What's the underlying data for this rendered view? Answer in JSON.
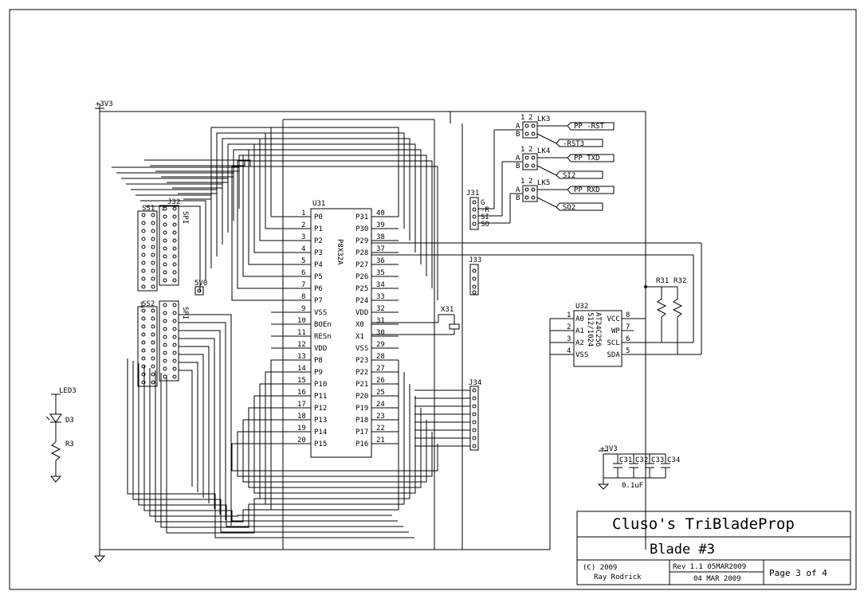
{
  "title_block": {
    "title": "Cluso's TriBladeProp",
    "subtitle": "Blade #3",
    "copyright": "(C) 2009",
    "author": "Ray Rodrick",
    "revision": "Rev 1.1  05MAR2009",
    "date": "04 MAR 2009",
    "page": "Page 3 of 4"
  },
  "power": {
    "rail_top": "+3V3",
    "rail_caps": "+3V3",
    "five_volt": "5V0"
  },
  "u31": {
    "ref": "U31",
    "part": "P8X32A",
    "left_pins": [
      {
        "num": "1",
        "name": "P0"
      },
      {
        "num": "2",
        "name": "P1"
      },
      {
        "num": "3",
        "name": "P2"
      },
      {
        "num": "4",
        "name": "P3"
      },
      {
        "num": "5",
        "name": "P4"
      },
      {
        "num": "6",
        "name": "P5"
      },
      {
        "num": "7",
        "name": "P6"
      },
      {
        "num": "8",
        "name": "P7"
      },
      {
        "num": "9",
        "name": "VSS"
      },
      {
        "num": "10",
        "name": "BOEn"
      },
      {
        "num": "11",
        "name": "RESn"
      },
      {
        "num": "12",
        "name": "VDD"
      },
      {
        "num": "13",
        "name": "P8"
      },
      {
        "num": "14",
        "name": "P9"
      },
      {
        "num": "15",
        "name": "P10"
      },
      {
        "num": "16",
        "name": "P11"
      },
      {
        "num": "17",
        "name": "P12"
      },
      {
        "num": "18",
        "name": "P13"
      },
      {
        "num": "19",
        "name": "P14"
      },
      {
        "num": "20",
        "name": "P15"
      }
    ],
    "right_pins": [
      {
        "num": "40",
        "name": "P31"
      },
      {
        "num": "39",
        "name": "P30"
      },
      {
        "num": "38",
        "name": "P29"
      },
      {
        "num": "37",
        "name": "P28"
      },
      {
        "num": "36",
        "name": "P27"
      },
      {
        "num": "35",
        "name": "P26"
      },
      {
        "num": "34",
        "name": "P25"
      },
      {
        "num": "33",
        "name": "P24"
      },
      {
        "num": "32",
        "name": "VDD"
      },
      {
        "num": "31",
        "name": "X0"
      },
      {
        "num": "30",
        "name": "X1"
      },
      {
        "num": "29",
        "name": "VSS"
      },
      {
        "num": "28",
        "name": "P23"
      },
      {
        "num": "27",
        "name": "P22"
      },
      {
        "num": "26",
        "name": "P21"
      },
      {
        "num": "25",
        "name": "P20"
      },
      {
        "num": "24",
        "name": "P19"
      },
      {
        "num": "23",
        "name": "P18"
      },
      {
        "num": "22",
        "name": "P17"
      },
      {
        "num": "21",
        "name": "P16"
      }
    ]
  },
  "u32": {
    "ref": "U32",
    "part": "AT24C256\n512/1024",
    "part_line1": "AT24C256",
    "part_line2": "512/1024",
    "left_pins": [
      {
        "num": "1",
        "name": "A0"
      },
      {
        "num": "2",
        "name": "A1"
      },
      {
        "num": "3",
        "name": "A2"
      },
      {
        "num": "4",
        "name": "VSS"
      }
    ],
    "right_pins": [
      {
        "num": "8",
        "name": "VCC"
      },
      {
        "num": "7",
        "name": "WP"
      },
      {
        "num": "6",
        "name": "SCL"
      },
      {
        "num": "5",
        "name": "SDA"
      }
    ]
  },
  "connectors": {
    "j31": {
      "ref": "J31",
      "pins": [
        "G",
        "-R",
        "SI",
        "SO"
      ]
    },
    "j32": {
      "ref": "J32",
      "side": "SPI"
    },
    "j33": {
      "ref": "J33"
    },
    "j34": {
      "ref": "J34"
    },
    "ss1": {
      "ref": "SS1",
      "pin1": "1",
      "side": "SPI"
    },
    "ss2": {
      "ref": "SS2",
      "pin1": "1",
      "side": "SPI"
    }
  },
  "links": [
    {
      "ref": "LK3",
      "net": "PP -RST",
      "net2": "-RST3"
    },
    {
      "ref": "LK4",
      "net": "PP TXD",
      "net2": "SI2"
    },
    {
      "ref": "LK5",
      "net": "PP RXD",
      "net2": "SO2"
    }
  ],
  "link_pins": {
    "one": "1",
    "two": "2",
    "a": "A",
    "b": "B"
  },
  "components": {
    "x31": "X31",
    "r31": "R31",
    "r32": "R32",
    "led3_net": "LED3",
    "d3": "D3",
    "r3": "R3",
    "caps": [
      "C31",
      "C32",
      "C33",
      "C34"
    ],
    "cap_value": "0.1uF"
  }
}
